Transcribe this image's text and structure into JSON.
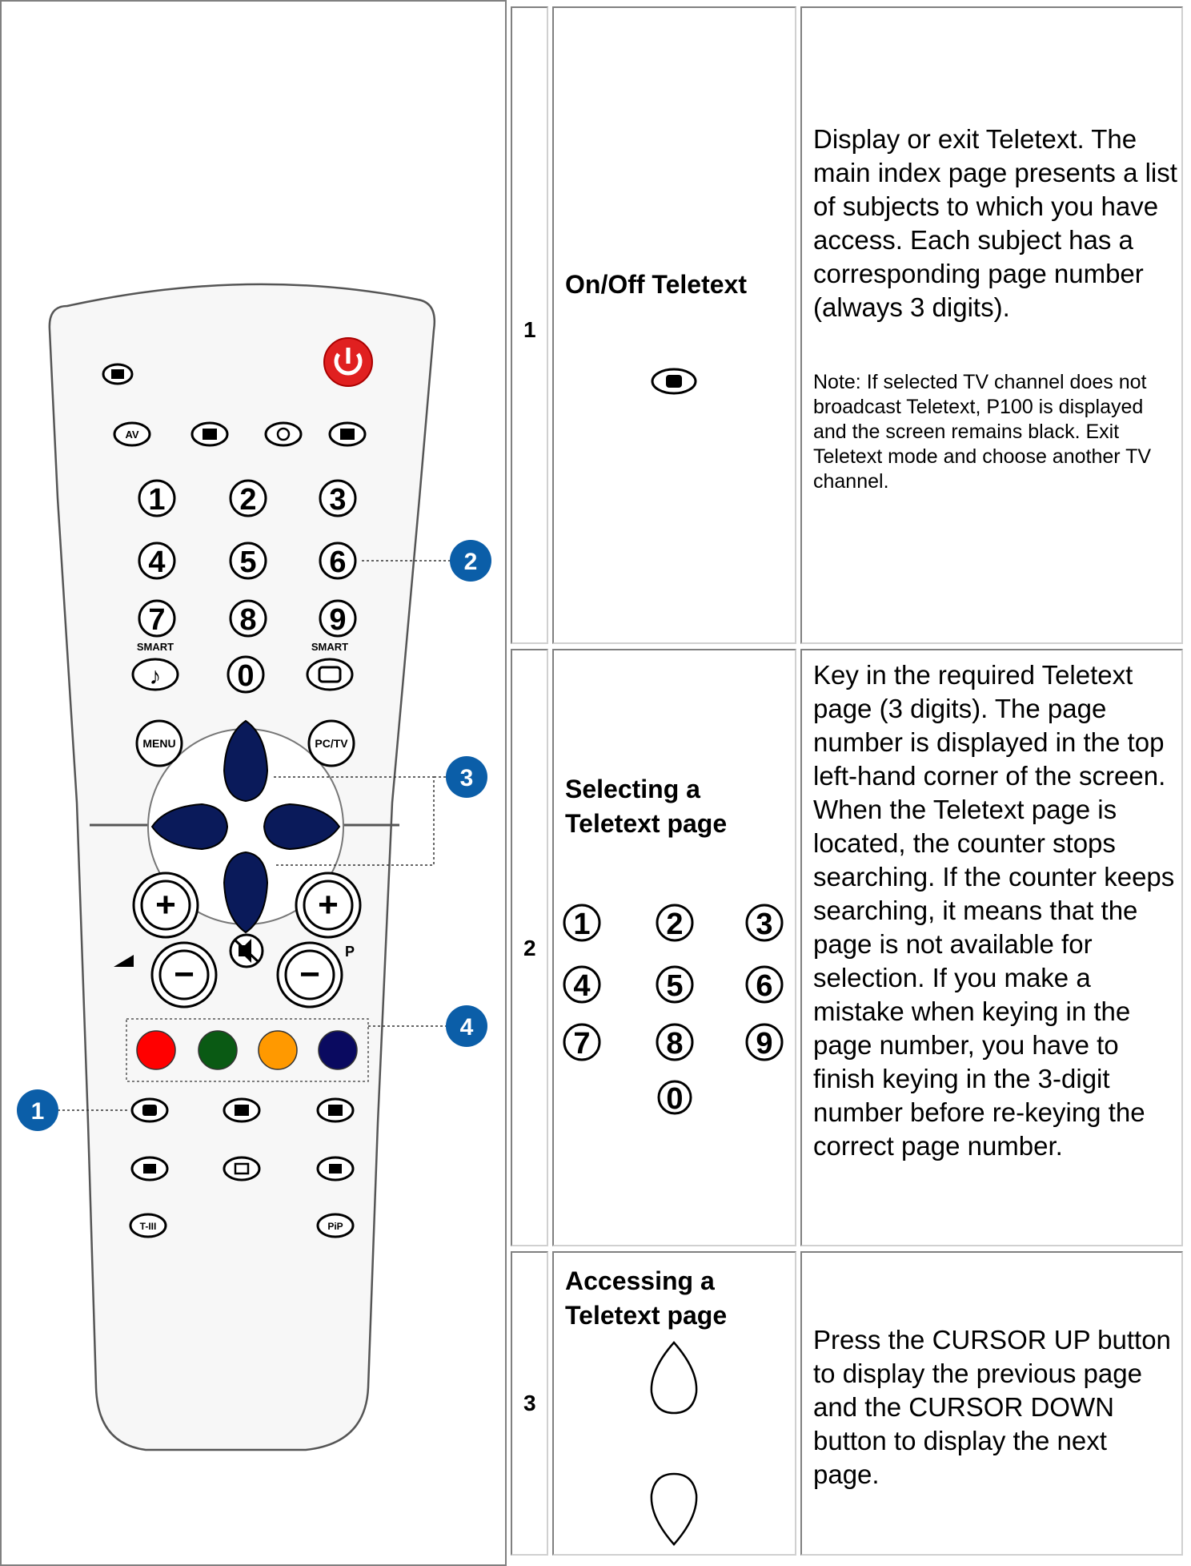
{
  "remote": {
    "labels": {
      "smart": "SMART",
      "menu": "MENU",
      "pctv": "PC/TV",
      "p": "P",
      "plus": "+",
      "minus": "−",
      "note": "♪",
      "av": "AV",
      "thd": "T-III",
      "pip": "PiP"
    },
    "digits": [
      "1",
      "2",
      "3",
      "4",
      "5",
      "6",
      "7",
      "8",
      "9",
      "0"
    ],
    "callouts": [
      "1",
      "2",
      "3",
      "4"
    ],
    "color_buttons": [
      "#ff0000",
      "#0a5a14",
      "#ff9900",
      "#0a0a60"
    ]
  },
  "rows": [
    {
      "number": "1",
      "feature": "On/Off Teletext",
      "description": "Display or exit Teletext. The main index page presents a list of subjects to which you have access. Each subject has a corresponding page number (always 3 digits).",
      "note": "Note: If selected TV channel does not broadcast Teletext, P100 is displayed and the screen remains black. Exit Teletext mode and choose another TV channel."
    },
    {
      "number": "2",
      "feature": "Selecting a Teletext page",
      "digits": [
        "1",
        "2",
        "3",
        "4",
        "5",
        "6",
        "7",
        "8",
        "9",
        "0"
      ],
      "description": "Key in the required Teletext page (3 digits). The page number is displayed in the top left-hand corner of the screen. When the Teletext page is located, the counter stops searching. If the counter keeps searching, it means that the page is not available for selection. If you make a mistake when keying in the page number, you have to finish keying in the 3-digit number before re-keying the correct page number."
    },
    {
      "number": "3",
      "feature": "Accessing a Teletext page",
      "description": "Press the CURSOR UP button to display the previous page and the CURSOR DOWN button to display the next page."
    }
  ],
  "colors": {
    "power": "#e02020",
    "callout": "#0b5ea8",
    "cursor": "#0a1a5a"
  }
}
